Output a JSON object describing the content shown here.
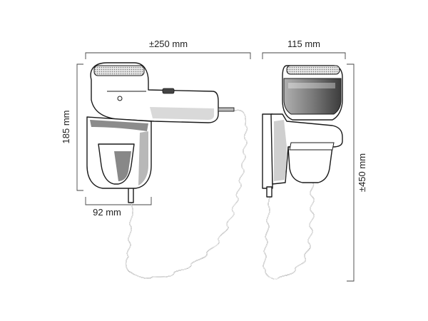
{
  "dimensions": {
    "width_front": "±250 mm",
    "width_side": "115 mm",
    "height_holder": "185 mm",
    "width_holder": "92 mm",
    "height_total": "±450 mm"
  },
  "colors": {
    "line": "#1a1a1a",
    "dimension": "#444444",
    "shade_light": "#d9d9d9",
    "shade_dark": "#6e6e6e"
  }
}
